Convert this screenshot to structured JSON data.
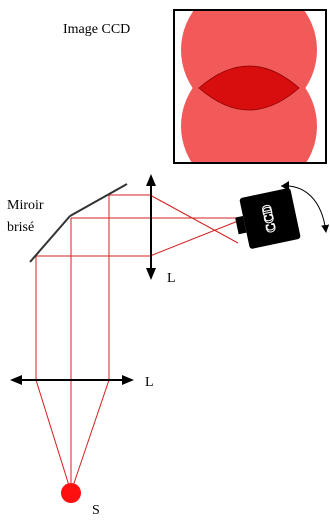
{
  "labels": {
    "image_ccd": "Image CCD",
    "mirror_line1": "Miroir",
    "mirror_line2": "brisé",
    "lens_upper": "L",
    "lens_lower": "L",
    "source": "S",
    "camera": "CCD"
  },
  "colors": {
    "beam": "#d42020",
    "spot_fill": "#f25a5a",
    "spot_overlap": "#d80d0d",
    "source": "#ff1010",
    "camera_body": "#000000"
  }
}
